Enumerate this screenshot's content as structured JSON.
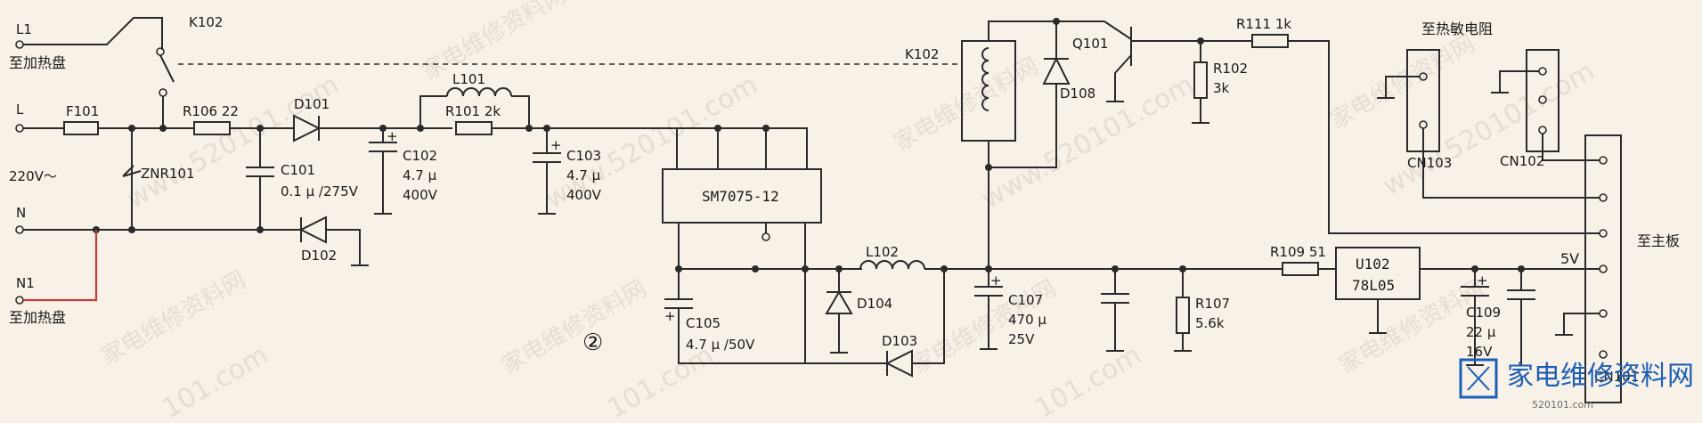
{
  "watermark": {
    "cn": "家电维修资料网",
    "url": "www.520101.com",
    "url_short": "101.com"
  },
  "logo": {
    "text": "家电维修资料网",
    "sub": "520101.com",
    "color": "#1d5fb5"
  },
  "labels": {
    "l1": "L1",
    "to_heater_top": "至加热盘",
    "l": "L",
    "v220": "220V～",
    "n": "N",
    "n1": "N1",
    "to_heater_bottom": "至加热盘",
    "to_thermistor": "至热敏电阻",
    "to_mainboard": "至主板",
    "v5": "5V",
    "circle_num": "②"
  },
  "components": {
    "k102_switch": "K102",
    "k102_coil": "K102",
    "f101": "F101",
    "r106": "R106  22",
    "d101": "D101",
    "d102": "D102",
    "znr101": "ZNR101",
    "c101_name": "C101",
    "c101_val": "0.1 μ /275V",
    "c102_name": "C102",
    "c102_val1": "4.7 μ",
    "c102_val2": "400V",
    "l101": "L101",
    "r101": "R101  2k",
    "c103_name": "C103",
    "c103_val1": "4.7 μ",
    "c103_val2": "400V",
    "sm7075": "SM7075-12",
    "c105_name": "C105",
    "c105_val": "4.7 μ /50V",
    "d104": "D104",
    "l102": "L102",
    "d103": "D103",
    "d108": "D108",
    "q101": "Q101",
    "r102_name": "R102",
    "r102_val": "3k",
    "r111": "R111  1k",
    "c107_name": "C107",
    "c107_val1": "470 μ",
    "c107_val2": "25V",
    "r107_name": "R107",
    "r107_val": "5.6k",
    "r109": "R109  51",
    "u102_name": "U102",
    "u102_val": "78L05",
    "c109_name": "C109",
    "c109_val1": "22 μ",
    "c109_val2": "16V",
    "cn103": "CN103",
    "cn102": "CN102",
    "cn101": "CN101"
  }
}
